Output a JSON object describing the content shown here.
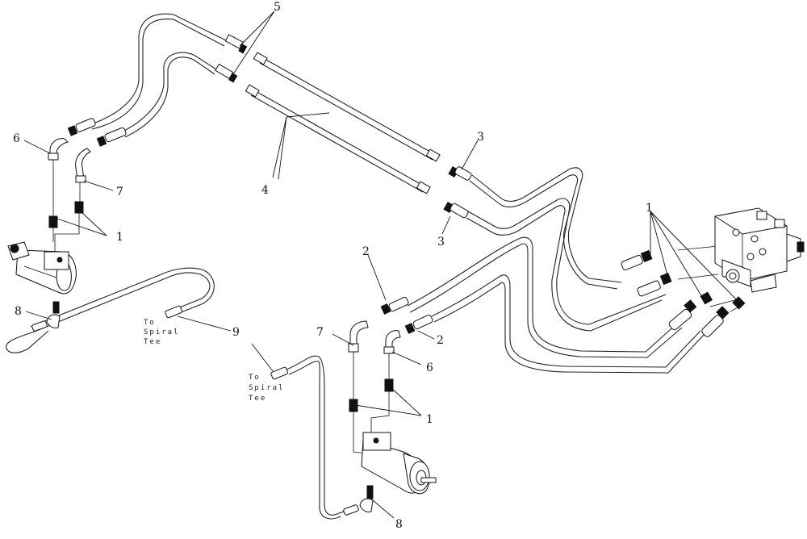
{
  "callouts": {
    "c1a": "1",
    "c1b": "1",
    "c1c": "1",
    "c2a": "2",
    "c2b": "2",
    "c3a": "3",
    "c3b": "3",
    "c4": "4",
    "c5": "5",
    "c6a": "6",
    "c6b": "6",
    "c7a": "7",
    "c7b": "7",
    "c8a": "8",
    "c8b": "8",
    "c9": "9"
  },
  "notes": {
    "left": {
      "l1": "To",
      "l2": "Spiral",
      "l3": "Tee"
    },
    "right": {
      "l1": "To",
      "l2": "Spiral",
      "l3": "Tee"
    }
  }
}
